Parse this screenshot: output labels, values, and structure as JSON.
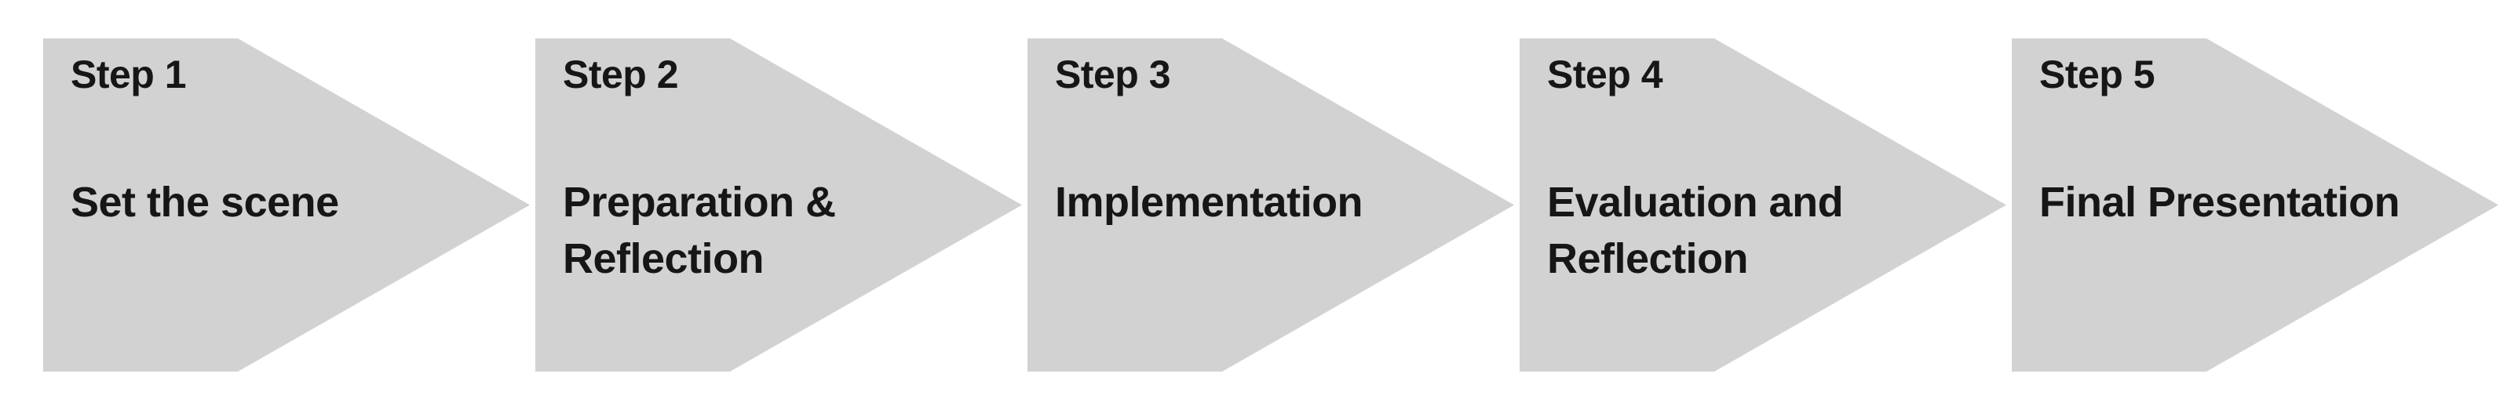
{
  "diagram": {
    "type": "process-arrow-flow",
    "arrow_fill_color": "#d2d2d2",
    "text_color": "#161616",
    "background_color": "#ffffff",
    "steps": [
      {
        "label": "Step 1",
        "description": "Set the scene"
      },
      {
        "label": "Step 2",
        "description": "Preparation &\nReflection"
      },
      {
        "label": "Step 3",
        "description": "Implementation"
      },
      {
        "label": "Step 4",
        "description": "Evaluation and\nReflection"
      },
      {
        "label": "Step 5",
        "description": "Final Presentation"
      }
    ]
  }
}
